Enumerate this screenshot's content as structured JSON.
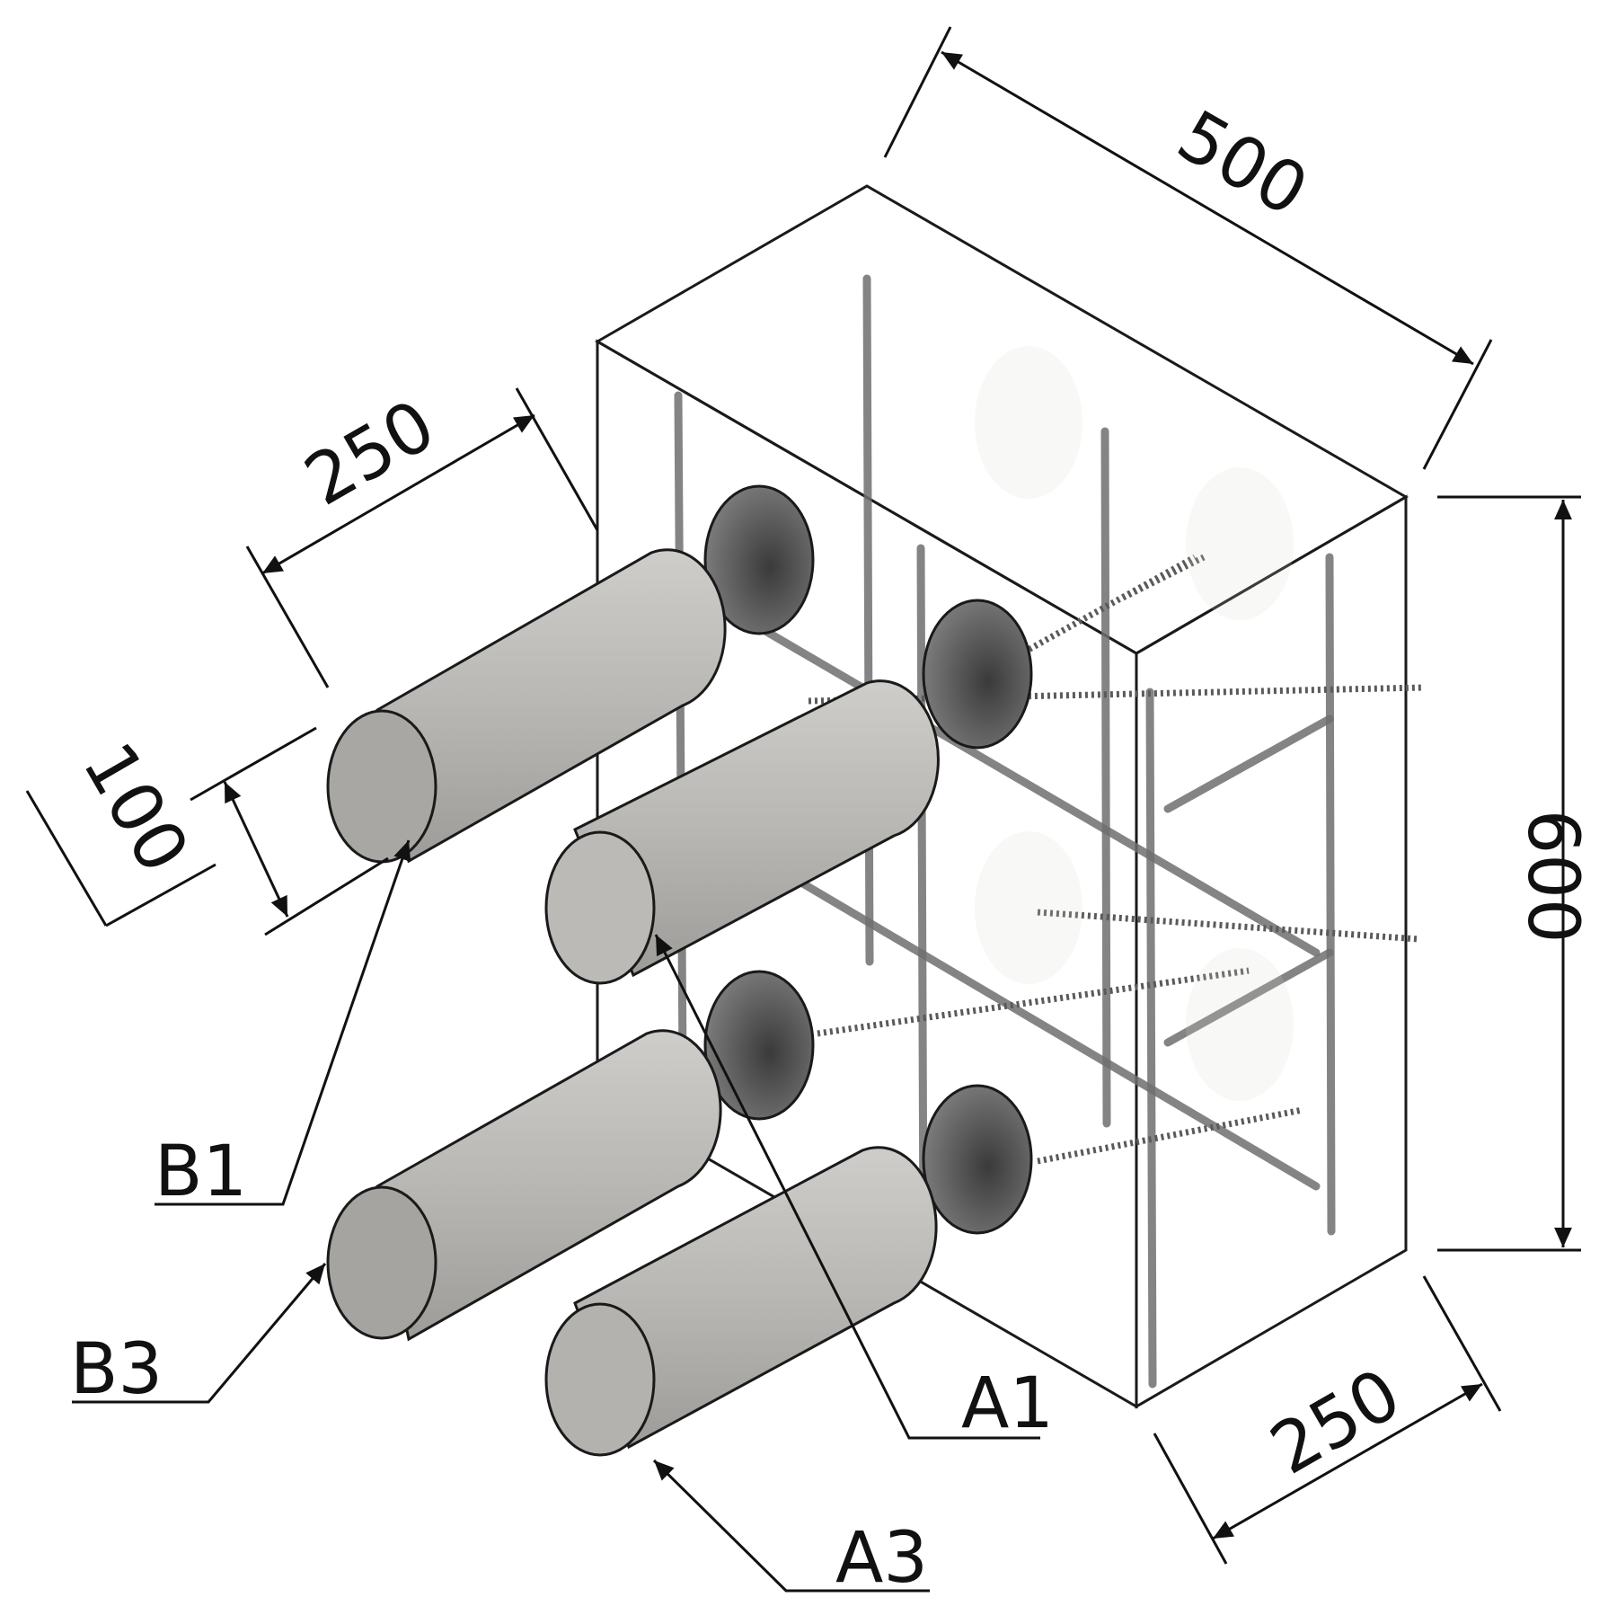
{
  "dimensions": {
    "block_length": "500",
    "block_height": "600",
    "block_depth": "250",
    "core_length": "250",
    "core_diameter": "100"
  },
  "labels": {
    "b1": "B1",
    "b3": "B3",
    "a1": "A1",
    "a3": "A3"
  },
  "colors": {
    "concrete_front": "#8f8e8c",
    "concrete_side": "#a19f9c",
    "concrete_top": "#b3b1ae",
    "core": "#b8b6b3",
    "core_face": "#a8a6a3",
    "hole": "#5c5c5c"
  }
}
